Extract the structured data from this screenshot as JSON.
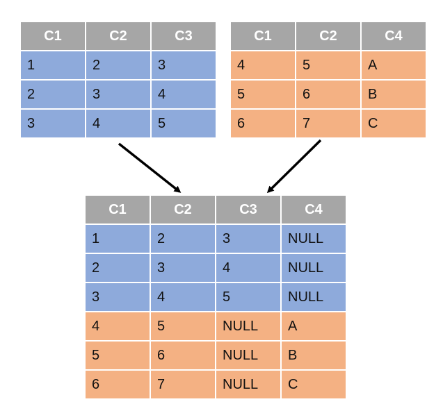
{
  "table_a": {
    "headers": [
      "C1",
      "C2",
      "C3"
    ],
    "rows": [
      [
        "1",
        "2",
        "3"
      ],
      [
        "2",
        "3",
        "4"
      ],
      [
        "3",
        "4",
        "5"
      ]
    ]
  },
  "table_b": {
    "headers": [
      "C1",
      "C2",
      "C4"
    ],
    "rows": [
      [
        "4",
        "5",
        "A"
      ],
      [
        "5",
        "6",
        "B"
      ],
      [
        "6",
        "7",
        "C"
      ]
    ]
  },
  "result": {
    "headers": [
      "C1",
      "C2",
      "C3",
      "C4"
    ],
    "rows": [
      [
        "1",
        "2",
        "3",
        "NULL"
      ],
      [
        "2",
        "3",
        "4",
        "NULL"
      ],
      [
        "3",
        "4",
        "5",
        "NULL"
      ],
      [
        "4",
        "5",
        "NULL",
        "A"
      ],
      [
        "5",
        "6",
        "NULL",
        "B"
      ],
      [
        "6",
        "7",
        "NULL",
        "C"
      ]
    ],
    "row_sources": [
      "table_a",
      "table_a",
      "table_a",
      "table_b",
      "table_b",
      "table_b"
    ]
  },
  "colors": {
    "header": "#a6a6a6",
    "table_a_fill": "#8eaadb",
    "table_b_fill": "#f4b183",
    "arrow": "#000000"
  }
}
